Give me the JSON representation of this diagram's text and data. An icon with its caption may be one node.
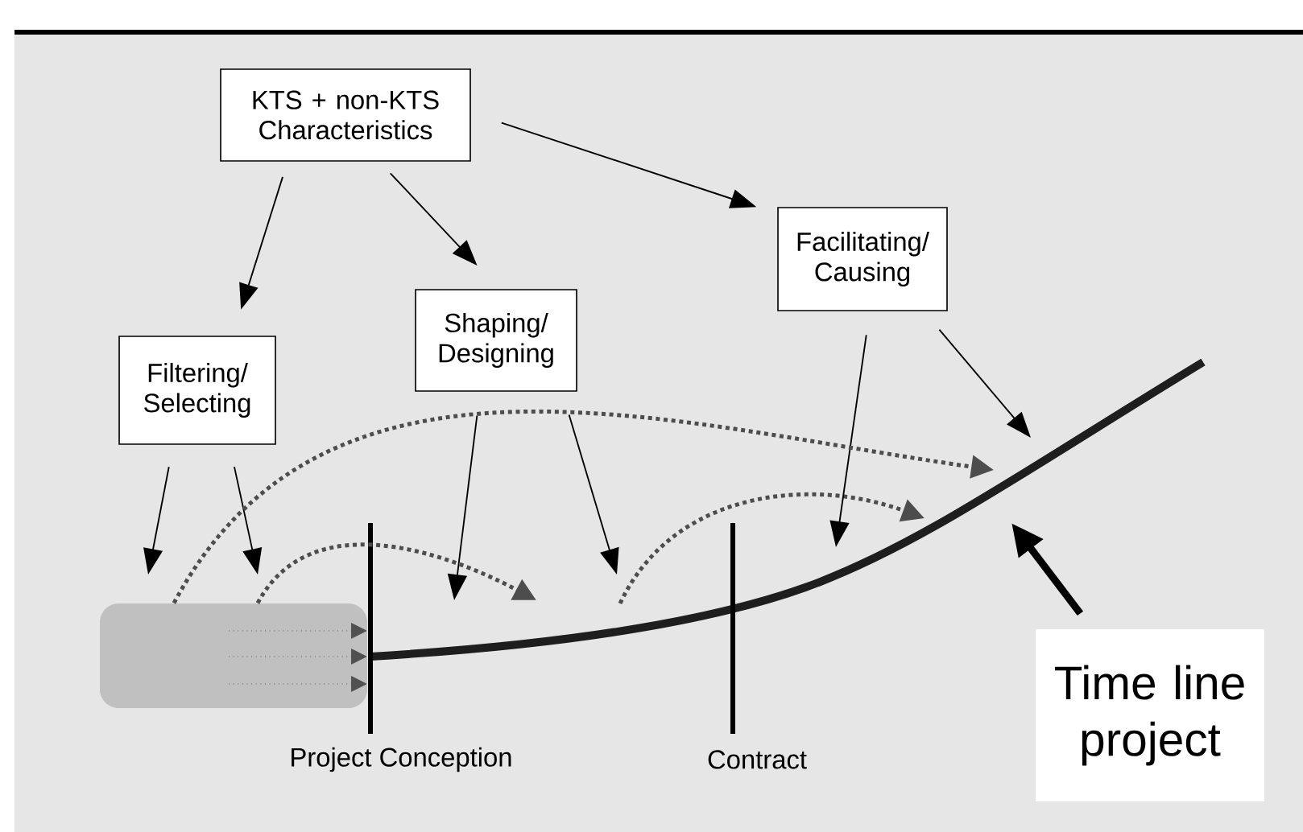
{
  "diagram": {
    "nodes": [
      {
        "text": [
          "KTS + non-KTS Characteristics"
        ]
      },
      {
        "text": [
          "Filtering/ Selecting"
        ]
      },
      {
        "text": [
          "Shaping/ Designing"
        ]
      },
      {
        "text": [
          "Facilitating/ Causing"
        ]
      },
      {
        "text": [],
        "shape": "box"
      },
      {
        "text": [
          "Time line project"
        ]
      }
    ],
    "edges": [
      {
        "from": 0,
        "to": 1,
        "arrow": "to"
      },
      {
        "from": 0,
        "to": 2,
        "arrow": "to"
      },
      {
        "from": 0,
        "to": 3,
        "arrow": "to"
      },
      {
        "from": 1,
        "to": null,
        "arrow": "to"
      },
      {
        "from": 1,
        "to": null,
        "arrow": "to"
      },
      {
        "from": 2,
        "to": null,
        "arrow": "to"
      },
      {
        "from": 2,
        "to": null,
        "arrow": "to"
      },
      {
        "from": 3,
        "to": null,
        "arrow": "to"
      },
      {
        "from": 3,
        "to": null,
        "arrow": "to"
      },
      {
        "from": 4,
        "to": null,
        "arrow": "to",
        "style": "dashed",
        "color": "#4d4d4d"
      },
      {
        "from": 4,
        "to": null,
        "arrow": "to",
        "style": "dashed",
        "color": "#4d4d4d"
      },
      {
        "from": 5,
        "to": null,
        "arrow": "to",
        "style": "thick"
      }
    ],
    "labels": [
      "Project Conception",
      "Contract"
    ]
  }
}
